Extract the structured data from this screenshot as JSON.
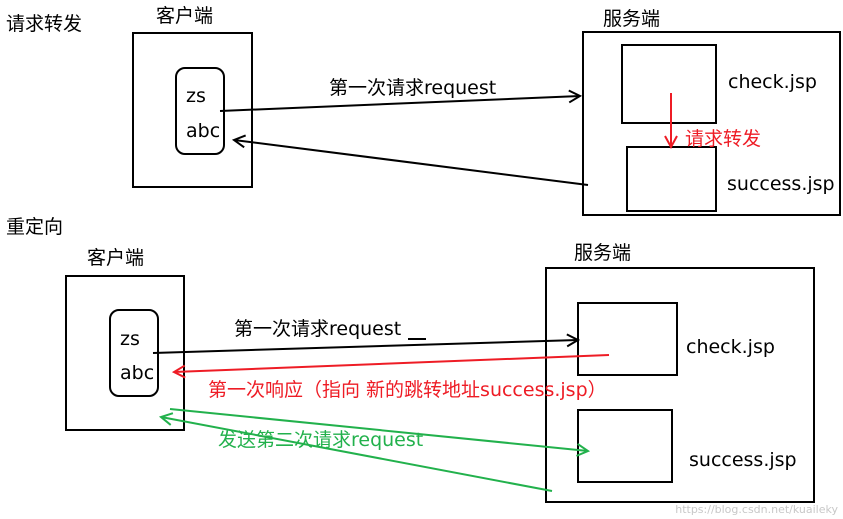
{
  "forward": {
    "section_title": "请求转发",
    "client_label": "客户端",
    "server_label": "服务端",
    "client_fields": [
      "zs",
      "abc"
    ],
    "server_pages": [
      "check.jsp",
      "success.jsp"
    ],
    "request_label": "第一次请求request",
    "forward_label": "请求转发"
  },
  "redirect": {
    "section_title": "重定向",
    "client_label": "客户端",
    "server_label": "服务端",
    "client_fields": [
      "zs",
      "abc"
    ],
    "server_pages": [
      "check.jsp",
      "success.jsp"
    ],
    "request_label": "第一次请求request",
    "response_label": "第一次响应（指向 新的跳转地址success.jsp）",
    "second_request_label": "发送第二次请求request"
  },
  "watermark": "https://blog.csdn.net/kuaileky",
  "colors": {
    "ink": "#000000",
    "red": "#ee1c25",
    "green": "#22b14c",
    "watermark": "#c8c8c8"
  }
}
